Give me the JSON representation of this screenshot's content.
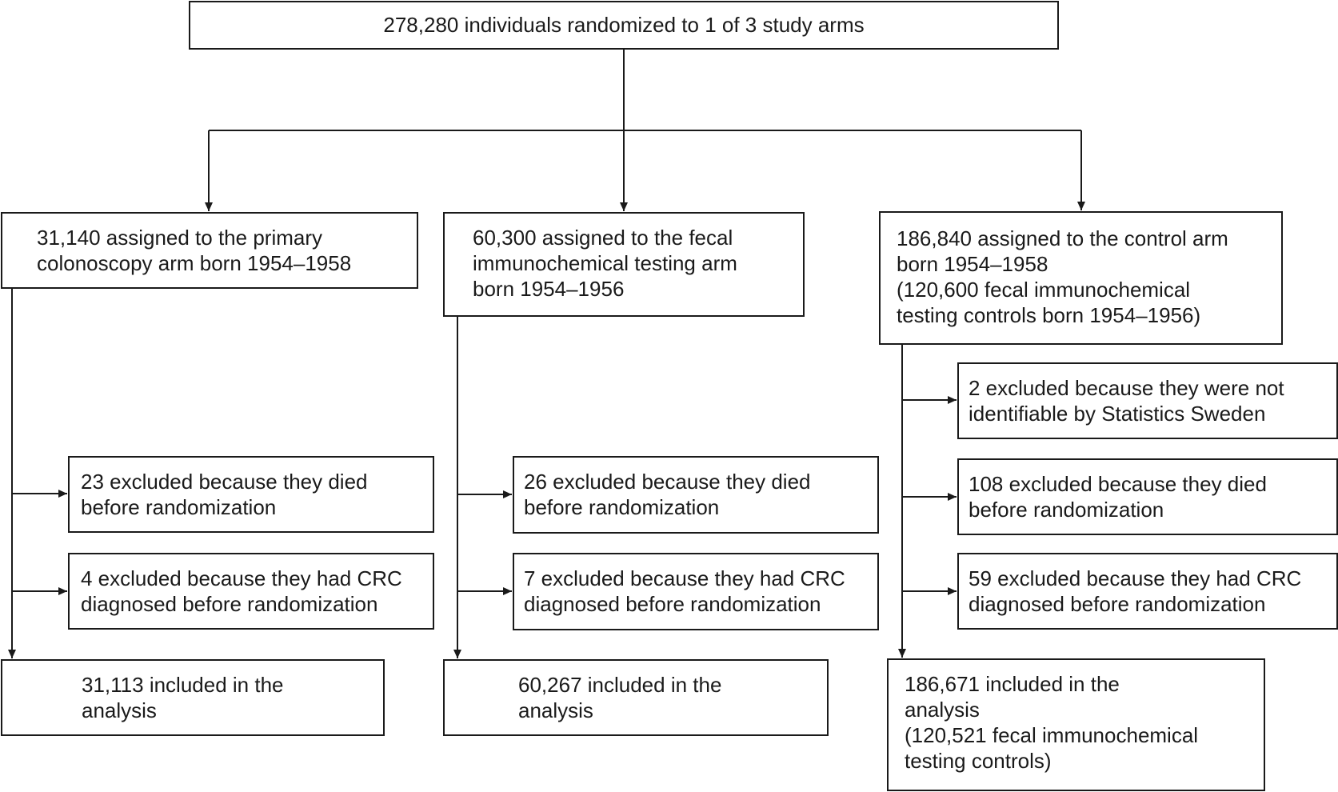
{
  "top": {
    "lines": [
      "278,280 individuals randomized to 1 of 3 study arms"
    ]
  },
  "arms": [
    {
      "id": "colonoscopy",
      "assigned": [
        "31,140 assigned to the primary",
        "colonoscopy arm born 1954–1958"
      ],
      "exclusions": [
        [
          "23 excluded because they died",
          "before randomization"
        ],
        [
          "4 excluded because they had CRC",
          "diagnosed before randomization"
        ]
      ],
      "included": [
        "31,113 included in the",
        "analysis"
      ]
    },
    {
      "id": "fit",
      "assigned": [
        "60,300 assigned to the fecal",
        "immunochemical testing arm",
        "born 1954–1956"
      ],
      "exclusions": [
        [
          "26 excluded because they died",
          "before randomization"
        ],
        [
          "7 excluded because they had CRC",
          "diagnosed before randomization"
        ]
      ],
      "included": [
        "60,267 included in the",
        "analysis"
      ]
    },
    {
      "id": "control",
      "assigned": [
        "186,840 assigned to the control arm",
        "born 1954–1958",
        "(120,600 fecal immunochemical",
        "testing controls born 1954–1956)"
      ],
      "exclusions": [
        [
          "2 excluded because they were not",
          "identifiable by Statistics Sweden"
        ],
        [
          "108 excluded because they died",
          "before randomization"
        ],
        [
          "59 excluded because they had CRC",
          "diagnosed before randomization"
        ]
      ],
      "included": [
        "186,671 included in the",
        "analysis",
        "(120,521 fecal immunochemical",
        "testing controls)"
      ]
    }
  ]
}
